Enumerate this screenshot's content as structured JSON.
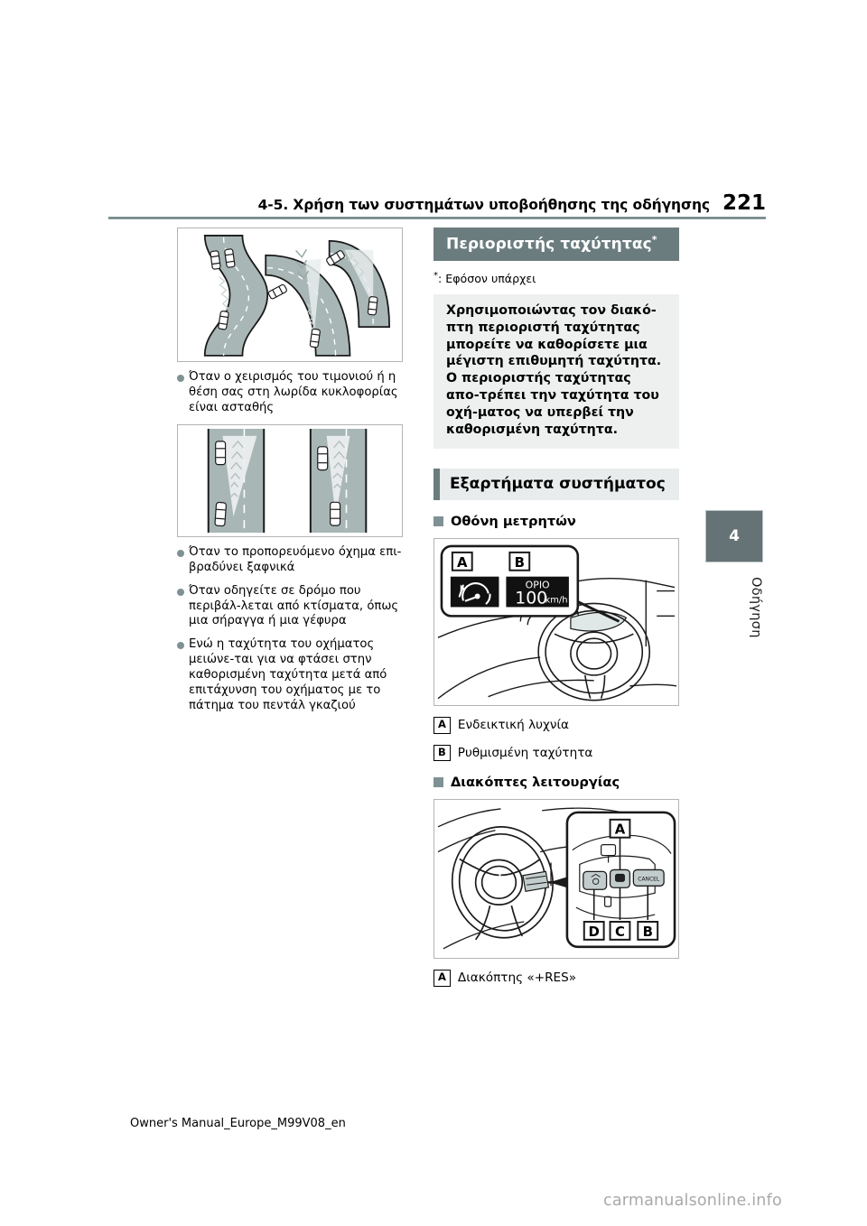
{
  "header": {
    "section_title": "4-5. Χρήση των συστημάτων υποβοήθησης της οδήγησης",
    "page_number": "221"
  },
  "side_tab": {
    "chapter_number": "4",
    "chapter_label": "Οδήγηση"
  },
  "left_column": {
    "figure_1_name": "road-curve-scenarios-illustration",
    "bullets_after_fig1": [
      "Όταν ο χειρισμός του τιμονιού ή η θέση σας στη λωρίδα κυκλοφορίας είναι ασταθής"
    ],
    "figure_2_name": "two-lane-vehicle-detection-illustration",
    "bullets_after_fig2": [
      "Όταν το προπορευόμενο όχημα επι-βραδύνει ξαφνικά",
      "Όταν οδηγείτε σε δρόμο που περιβάλ-λεται από κτίσματα, όπως μια σήραγγα ή μια γέφυρα",
      "Ενώ η ταχύτητα του οχήματος μειώνε-ται για να φτάσει στην καθορισμένη ταχύτητα μετά από επιτάχυνση του οχήματος με το πάτημα του πεντάλ γκαζιού"
    ]
  },
  "right_column": {
    "main_heading": "Περιοριστής ταχύτητας",
    "main_heading_superscript": "*",
    "footnote_superscript": "*",
    "footnote_text": ": Εφόσον υπάρχει",
    "info_block": "Χρησιμοποιώντας τον διακό-πτη περιοριστή ταχύτητας μπορείτε να καθορίσετε μια μέγιστη επιθυμητή ταχύτητα. Ο περιοριστής ταχύτητας απο-τρέπει την ταχύτητα του οχή-ματος να υπερβεί την καθορισμένη ταχύτητα.",
    "components_heading": "Εξαρτήματα συστήματος",
    "subsection_1": "Οθόνη μετρητών",
    "meter_figure": {
      "name": "meter-display-illustration",
      "label_a": "A",
      "label_b": "B",
      "indicator_icon": "speed-limiter-indicator-icon",
      "display_caption": "ΟΡΙΟ",
      "display_speed": "100",
      "display_unit": "km/h"
    },
    "meter_callouts": [
      {
        "key": "A",
        "text": "Ενδεικτική λυχνία"
      },
      {
        "key": "B",
        "text": "Ρυθμισμένη ταχύτητα"
      }
    ],
    "subsection_2": "Διακόπτες λειτουργίας",
    "switch_figure": {
      "name": "steering-wheel-switches-illustration",
      "label_a": "A",
      "label_b": "B",
      "label_c": "C",
      "label_d": "D",
      "cancel_button_text": "CANCEL"
    },
    "switch_callouts": [
      {
        "key": "A",
        "text": "Διακόπτης «+RES»"
      }
    ]
  },
  "footer": {
    "manual_code": "Owner's Manual_Europe_M99V08_en",
    "watermark": "carmanualsonline.info"
  },
  "colors": {
    "accent": "#6b7c7f",
    "bullet": "#7f9194",
    "info_bg": "#eef0f0",
    "road": "#a8b7b6"
  }
}
